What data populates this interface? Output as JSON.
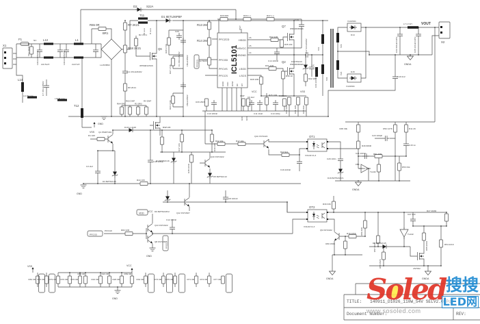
{
  "ic": {
    "part": "ICL5101",
    "top_pin": "OVP",
    "left_pins": [
      "PFCZCD",
      "PFCGD",
      "PFCVS",
      "PFCCS"
    ],
    "right_pins": [
      "HSGD",
      "HSVCC",
      "HSGND",
      "LSGD",
      "LSCS"
    ],
    "right_pin_nums": [
      "16",
      "15",
      "14"
    ],
    "bottom_pins": [
      "GND",
      "VCC",
      "RFM",
      "RF",
      "RT"
    ]
  },
  "nets": {
    "vcc": "VCC",
    "vss": "VSS",
    "gnd": "GND",
    "gnda": "GNDA",
    "vout": "VOUT",
    "vdd": "VDD",
    "pfcgd": "PFCGD"
  },
  "c": {
    "x1": "X1",
    "f1": "F1",
    "vr1": "VR1 S10K300",
    "nc1": "NC",
    "cx1": "100nF/305VAC",
    "cx2": "100nF/305VAC",
    "l12": "L12",
    "l12v": "2x0.5mH",
    "l1": "L1",
    "l1v": "2x47mH",
    "br1": "BR1",
    "br1v": "LL15XB60",
    "r65": "R65 0R",
    "l14": "L14",
    "c7": "C7 470nF/250V",
    "l11": "L11 B core",
    "l10": "L10 B core",
    "t12": "T12",
    "d2": "D2",
    "d2v": "S2JA",
    "t11": "T11",
    "bcore1": "B core",
    "bcore2": "B core",
    "d1": "D1 8ETL06PBF",
    "r7": "R7 2K21",
    "r18": "R18 2K21",
    "c4": "C4 470nF/630V",
    "r8": "R8 2K21",
    "q6": "Q6",
    "q6v": "IPP60R125C6",
    "r2": "R2 47K1",
    "r68": "R68 174K",
    "r67": "R67 174K",
    "r63": "R63 174K",
    "c20": "C20",
    "c1": "C1 150nF/520V",
    "c5": "150uF/250V",
    "c6": "150uF/250V",
    "r13": "R13 2M",
    "r14": "R14 2M",
    "r12": "R12 562K",
    "r29": "R29 0R0",
    "r33": "R33 n.c.",
    "r37": "R37 n.c.",
    "q7": "Q7",
    "q7v": "IPD60R450E6",
    "q2": "Q2",
    "q2v": "IPD60R450E6",
    "r32": "R32 22R",
    "r35": "R35 10k",
    "c14": "C14 100nF",
    "r31": "R31 22R",
    "r38": "R38 1K",
    "r28": "R28 10R",
    "c24": "C24",
    "c17": "C17 22nF/630V",
    "c26": "C26 100nF/630V",
    "d12": "D12 BS210",
    "r42": "R42 180",
    "r15": "R15 25K5",
    "c10": "C10 180nF",
    "c9": "C9 2u2",
    "r20": "R20",
    "r24": "R24",
    "dnp": "DNP",
    "c11": "C11 10uF",
    "r25": "R25 10R",
    "c13": "C13 100p",
    "r36": "R36 10k",
    "r39": "R39 1R5",
    "r41": "R41 1R5",
    "r43": "R43 2R0",
    "t21": "T21",
    "t22": "T22",
    "t23": "T23",
    "t24": "T24",
    "l2": "L2",
    "d14": "D14",
    "d14v": "V10150C",
    "d15": "D15",
    "d15v": "V10150C",
    "c22": "C22 330uF/100V",
    "l7": "L7 4.7uH",
    "c25": "C25 100uF/100V",
    "x2": "X2",
    "c19": "C19 2n2",
    "q1": "Q1 PMMT491",
    "r1": "R1 10K",
    "d10": "D10 LL4148",
    "c18": "C18 100uF",
    "c3": "C3 2u2",
    "d3": "D3 BZT52C15",
    "r44": "R44 10K",
    "r84": "R84 0R0",
    "r83": "R83 DNP",
    "r3": "R3 0R0",
    "r4": "R4 DNP",
    "q3": "BSP135",
    "r47": "R47 10K",
    "r49": "R49 10K",
    "d4": "D4 BZT52C16",
    "r48": "R48 100R",
    "q10": "Q10 KST2222",
    "d5": "D5 BZT52C13",
    "q12": "Q12 KST2907",
    "d9": "D9 BZT52C8V2",
    "c8": "C8 100nF",
    "r22": "R22 10k",
    "r17": "R17 10k",
    "q11": "Q11 KST2222",
    "r23": "R23 9k1",
    "c16": "C16 220nF",
    "ot1": "OT1",
    "ot1v": "VOL617A-3",
    "r45": "R45 30k",
    "r46": "R46 680R",
    "r52": "R52 127K",
    "r11": "R11 2K",
    "c23": "C23 100pF",
    "c15": "C15 1n",
    "c21": "C21 100nF",
    "r51": "R51 20R",
    "u2": "TL432",
    "fb1": "FB1",
    "d16": "D16 BZT52C8V1",
    "c29": "C29 100n",
    "r50": "R50 7K5",
    "r53": "R53 34k",
    "ot2": "OT2",
    "ot2v": "VOL617A-3",
    "r30": "R30 33K",
    "q9": "Q9 KST2222",
    "r78": "R78 205K",
    "r60": "R60 150K",
    "r56": "R56 46R",
    "r57": "R57 200K",
    "d8": "D8 BZT52C15",
    "u3": "TL432",
    "r58": "R58 152K",
    "q14": "2N7002",
    "r55": "R55 930R",
    "c27": "C27 1nF",
    "r27": "R27 4M02",
    "r54": "R54 221K",
    "r82": "R82 22R",
    "q13": "Q13 KST2222",
    "q8": "Q8 KST2907",
    "c12": "C12 100nF",
    "r81": "R81 0R",
    "r72": "R72 0R",
    "r79": "R79 0R",
    "r70": "R70 0R",
    "r76": "R76 0R",
    "r80": "R80 0R",
    "r16": "R16 0R",
    "r21": "R21 0R",
    "r26": "R26 0R",
    "r69": "R69 0R",
    "r34": "R34 0R",
    "r73": "R73 0R",
    "r75": "R75 0R",
    "r71": "R71 0R",
    "r74": "R74 0R",
    "r77": "R77 0R"
  },
  "title_block": {
    "title_label": "TITLE:",
    "title_text": "140911_D1026_110W_54V SELV2.0 Po",
    "doc_label": "Document Number:",
    "rev_label": "REV:"
  },
  "watermark": {
    "brand": "Soled",
    "cn_top": "搜搜",
    "cn_bottom": "LED网",
    "url": "www.sosoled.com"
  }
}
